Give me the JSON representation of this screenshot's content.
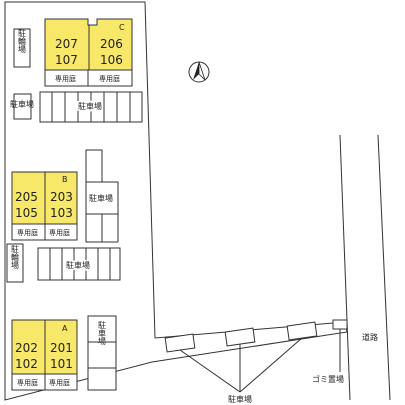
{
  "buildings": {
    "C": {
      "letter": "C",
      "units": [
        [
          "207",
          "107"
        ],
        [
          "206",
          "106"
        ]
      ],
      "garden_labels": [
        "専用庭",
        "専用庭"
      ]
    },
    "B": {
      "letter": "B",
      "units": [
        [
          "205",
          "105"
        ],
        [
          "203",
          "103"
        ]
      ],
      "garden_labels": [
        "専用庭",
        "専用庭"
      ]
    },
    "A": {
      "letter": "A",
      "units": [
        [
          "202",
          "102"
        ],
        [
          "201",
          "101"
        ]
      ],
      "garden_labels": [
        "専用庭",
        "専用庭"
      ]
    }
  },
  "labels": {
    "bicycle_parking_top": "駐輪場",
    "bicycle_parking_mid": "駐輪場",
    "parking_left_top": "駐車場",
    "parking_row_top": "駐車場",
    "parking_b_right": "駐車場",
    "parking_b_lower": "駐車場",
    "parking_a_right": "駐車場",
    "parking_bottom": "駐車場",
    "garbage": "ゴミ置場",
    "road": "道路"
  },
  "icons": {
    "north": "north-arrow-icon"
  },
  "colors": {
    "building_fill": "#f7e86a",
    "line": "#333333",
    "background": "#ffffff"
  }
}
